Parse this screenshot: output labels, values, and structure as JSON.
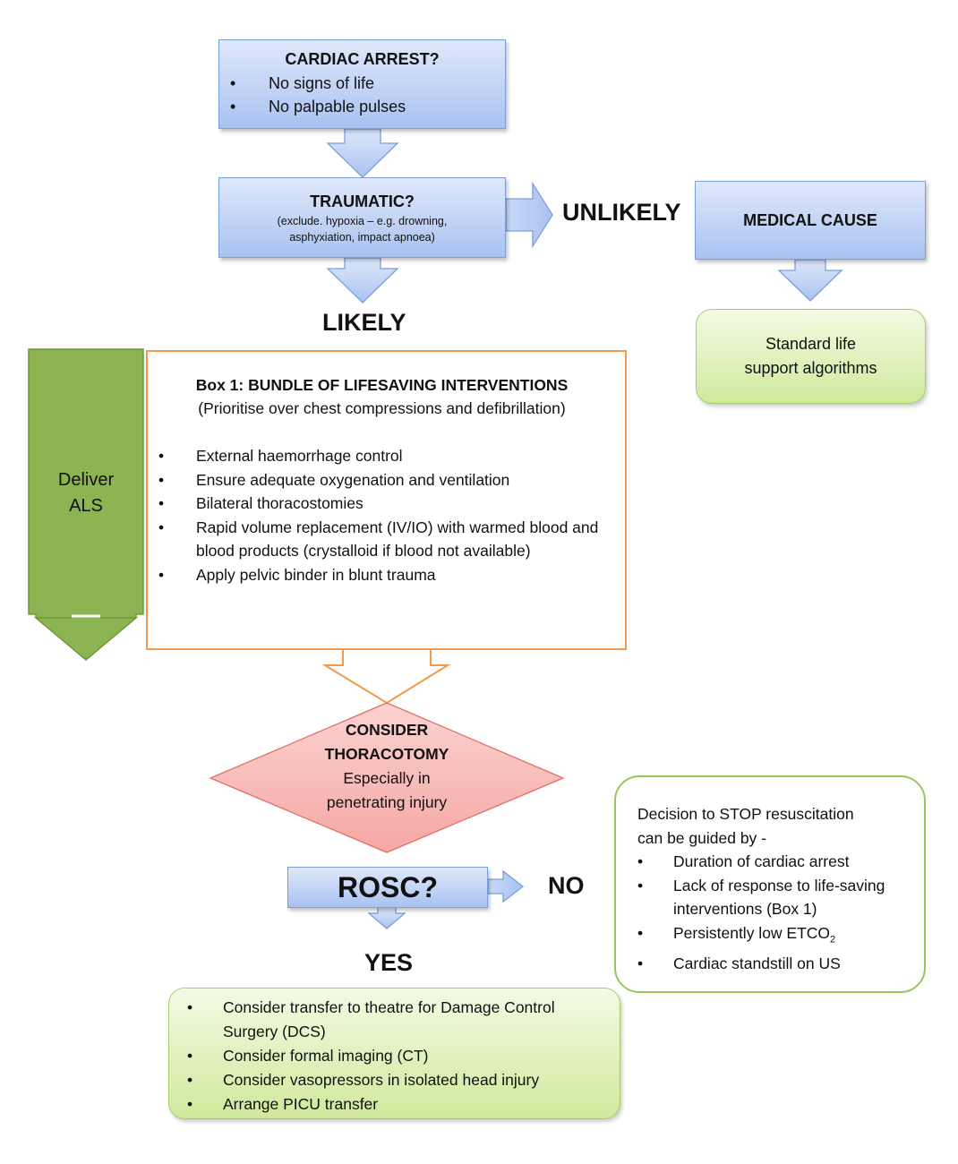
{
  "cardiac_arrest": {
    "title": "CARDIAC ARREST?",
    "bullets": [
      "No signs of life",
      "No palpable pulses"
    ]
  },
  "traumatic": {
    "title": "TRAUMATIC?",
    "subtitle_line1": "(exclude. hypoxia – e.g. drowning,",
    "subtitle_line2": "asphyxiation, impact apnoea)"
  },
  "labels": {
    "unlikely": "UNLIKELY",
    "likely": "LIKELY",
    "no": "NO",
    "yes": "YES"
  },
  "medical_cause": {
    "title": "MEDICAL CAUSE"
  },
  "standard_support": {
    "line1": "Standard life",
    "line2": "support algorithms"
  },
  "deliver_als": {
    "line1": "Deliver",
    "line2": "ALS"
  },
  "box1": {
    "title": "Box 1: BUNDLE OF LIFESAVING INTERVENTIONS",
    "subtitle": "(Prioritise over chest compressions and defibrillation)",
    "bullets": [
      "External haemorrhage control",
      "Ensure adequate oxygenation and ventilation",
      "Bilateral thoracostomies",
      "Rapid volume replacement (IV/IO) with warmed blood and blood products (crystalloid if blood not available)",
      "Apply pelvic binder in blunt trauma"
    ]
  },
  "thoracotomy": {
    "line1": "CONSIDER",
    "line2": "THORACOTOMY",
    "line3": "Especially in",
    "line4": "penetrating injury"
  },
  "rosc": {
    "title": "ROSC?"
  },
  "stop_box": {
    "intro_line1": "Decision to STOP resuscitation",
    "intro_line2": "can be guided by -",
    "bullets": [
      "Duration of cardiac arrest",
      "Lack of response to life-saving interventions (Box 1)",
      "Persistently low ETCO",
      "Cardiac standstill on US"
    ],
    "etco_subscript": "2"
  },
  "yes_box": {
    "bullets": [
      "Consider transfer to theatre for Damage Control Surgery (DCS)",
      "Consider formal imaging (CT)",
      "Consider vasopressors in isolated head injury",
      "Arrange PICU transfer"
    ]
  },
  "colors": {
    "blue_fill": "#b9cdf4",
    "blue_border": "#7b9fd8",
    "green_fill": "#d9efb0",
    "green_border": "#a9cd6e",
    "orange_border": "#f29a4b",
    "als_green": "#8db453",
    "diamond_fill": "#f7b3b0",
    "diamond_border": "#e0706a"
  }
}
